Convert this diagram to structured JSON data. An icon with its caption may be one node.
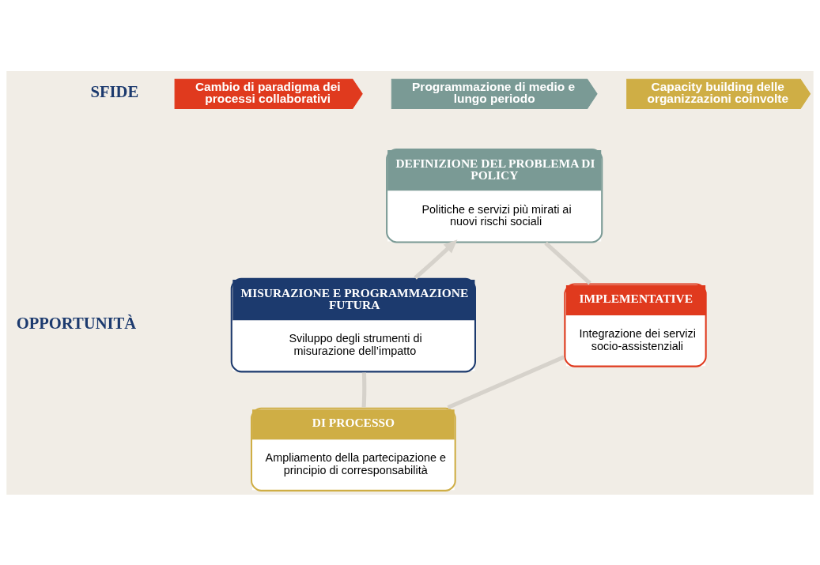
{
  "diagram": {
    "nodes": [
      {
        "text": [
          "Cambio di paradigma dei processi collaborativi"
        ]
      },
      {
        "text": [
          "Programmazione di medio e lungo periodo"
        ]
      },
      {
        "text": [
          "Capacity building delle organizzazioni coinvolte"
        ]
      },
      {
        "text": [
          "DEFINIZIONE DEL PROBLEMA DI POLICY",
          "Politiche e servizi più mirati ai nuovi rischi sociali"
        ]
      },
      {
        "text": [
          "IMPLEMENTATIVE",
          "Integrazione dei servizi socio-assistenziali"
        ]
      },
      {
        "text": [
          "DI PROCESSO",
          "Ampliamento della partecipazione e principio di corresponsabilità"
        ]
      },
      {
        "text": [
          "MISURAZIONE E PROGRAMMAZIONE FUTURA",
          "Sviluppo degli strumenti di misurazione dell’impatto"
        ]
      }
    ],
    "edges": [
      {
        "from": 3,
        "to": 4,
        "arrow": "none"
      },
      {
        "from": 4,
        "to": 5,
        "arrow": "none"
      },
      {
        "from": 5,
        "to": 6,
        "arrow": "none"
      },
      {
        "from": 6,
        "to": 3,
        "arrow": "to"
      }
    ],
    "labels": [
      "SFIDE",
      "OPPORTUNITÀ"
    ]
  }
}
